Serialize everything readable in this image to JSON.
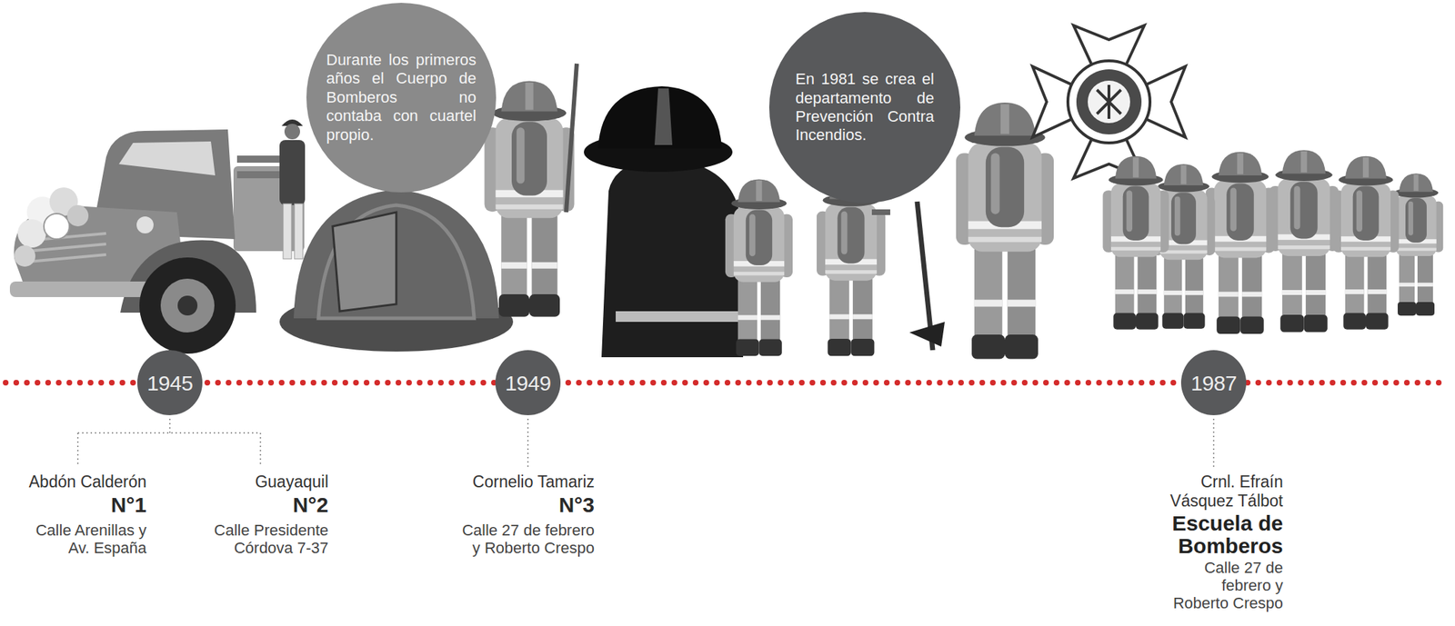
{
  "diagram": {
    "nodes": [
      {
        "text": [
          "Durante los primeros años el Cuerpo de Bomberos no contaba con cuartel propio."
        ]
      },
      {
        "text": [
          "En 1981 se crea el departamento de Prevención Contra Incendios."
        ]
      },
      {
        "text": [
          "1945"
        ]
      },
      {
        "text": [
          "1949"
        ]
      },
      {
        "text": [
          "1987"
        ]
      }
    ],
    "labels": [
      "Abdón Calderón",
      "N°1",
      "Calle Arenillas y Av. España",
      "Guayaquil",
      "N°2",
      "Calle Presidente Córdova 7-37",
      "Cornelio Tamariz",
      "N°3",
      "Calle 27 de febrero y Roberto Crespo",
      "Crnl. Efraín Vásquez Tálbot",
      "Escuela de Bomberos",
      "Calle 27 de febrero y Roberto Crespo"
    ]
  }
}
